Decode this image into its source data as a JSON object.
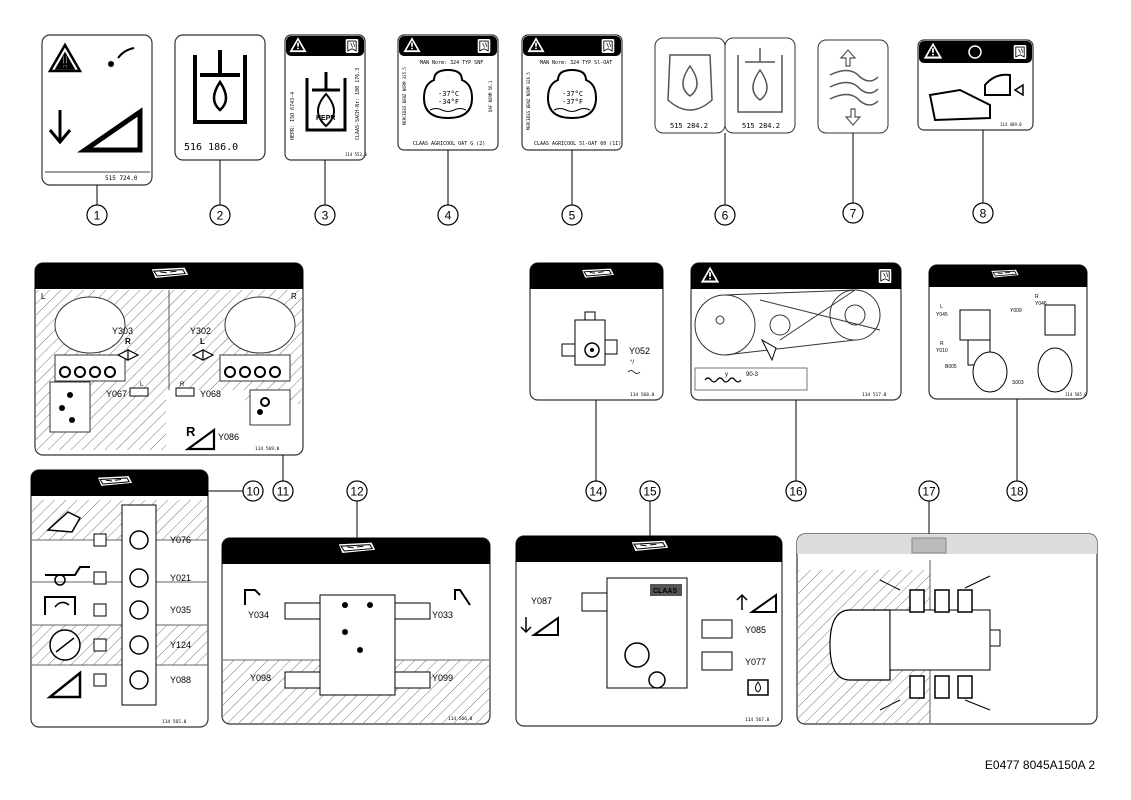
{
  "callouts": [
    "1",
    "2",
    "3",
    "4",
    "5",
    "6",
    "7",
    "8",
    "10",
    "11",
    "12",
    "14",
    "15",
    "16",
    "17",
    "18"
  ],
  "decals": {
    "d1": {
      "part_no": "515 724.0"
    },
    "d2": {
      "part_no": "516 186.0"
    },
    "d3": {
      "side_text_left": "HEPR: ISO 6743-4",
      "side_text_right": "CLAAS-SACH-Nr: 180 176.3",
      "part_no": "114 553.0",
      "inner": "HEPR"
    },
    "d4": {
      "norm": "MAN Norm: 324 TYP SNF",
      "side_left": "MERCEDES BENZ NORM 325.5",
      "side_right": "DAF NORM 56.1",
      "temp_c": "-37°C",
      "temp_f": "-34°F",
      "product": "CLAAS AGRICOOL OAT G (2)"
    },
    "d5": {
      "norm": "MAN Norm: 324 TYP Sl-OAT",
      "side_left": "MERCEDES BENZ NORM 326.5",
      "temp_c": "-37°C",
      "temp_f": "-37°F",
      "product": "CLAAS AGRICOOL Sl-OAT 60 (1I)"
    },
    "d6": {
      "part_no_left": "515 284.2",
      "part_no_right": "515 284.2"
    },
    "d8": {
      "part_no": "114 409.0"
    },
    "d11": {
      "side_l": "L",
      "side_r": "R",
      "y303": "Y303",
      "y302": "Y302",
      "r1": "R",
      "l1": "L",
      "y067": "Y067",
      "y068": "Y068",
      "y086": "Y086",
      "r_big": "R",
      "part_no": "114 569.0"
    },
    "d10": {
      "labels": [
        "Y076",
        "Y021",
        "Y035",
        "Y124",
        "Y088"
      ],
      "part_no": "114 565.0"
    },
    "d12": {
      "y034": "Y034",
      "y033": "Y033",
      "y098": "Y098",
      "y099": "Y099",
      "part_no": "114 566.0"
    },
    "d14": {
      "y052": "Y052",
      "part_no": "114 568.0"
    },
    "d15": {
      "brand": "CLAAS",
      "y087": "Y087",
      "y085": "Y085",
      "y077": "Y077",
      "part_no": "114 567.0"
    },
    "d16": {
      "dim_y": "y",
      "dim_val": "90-3",
      "part_no": "114 517.0"
    },
    "d18": {
      "y009": "Y009",
      "y046": "Y046",
      "y045": "Y045",
      "y010": "Y010",
      "b005": "B005",
      "s003": "S003",
      "part_no": "114 505.0",
      "r1": "R",
      "r2": "R",
      "l1": "L"
    }
  },
  "footer": "E0477 8045A150A 2"
}
